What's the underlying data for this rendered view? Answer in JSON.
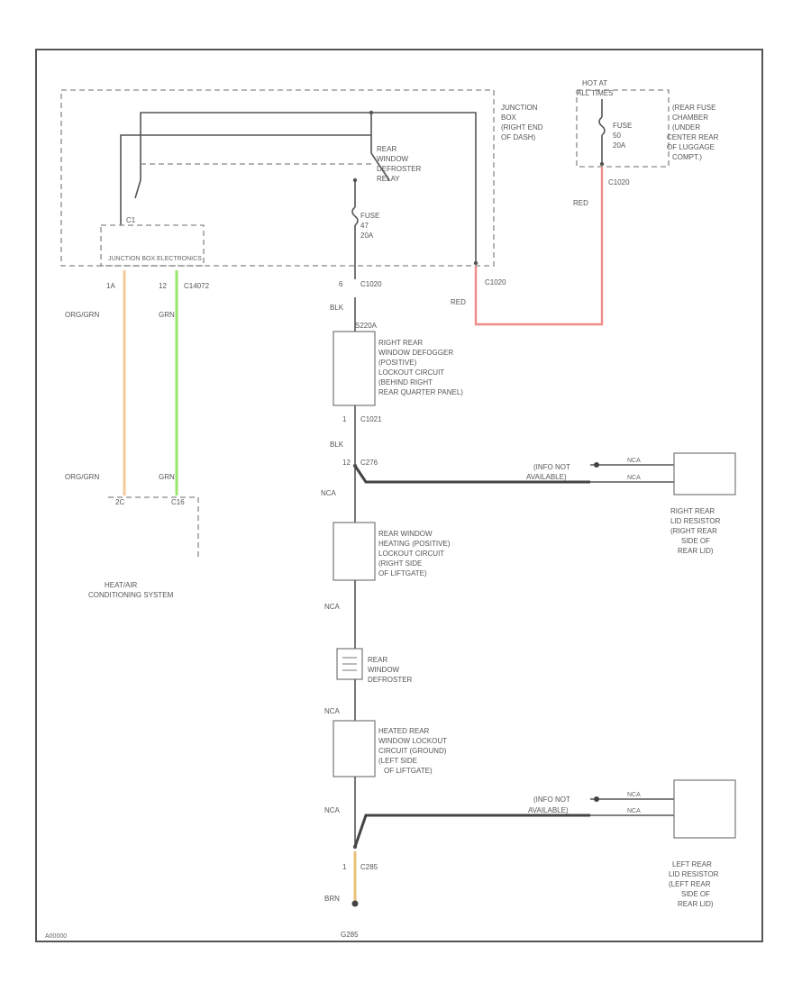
{
  "colors": {
    "red_wire": "#f08a8a",
    "orange_wire": "#f5c89a",
    "green_wire": "#9ae66a",
    "brown_wire": "#e8c27a",
    "line": "#555555",
    "dashed": "#888888"
  },
  "labels": {
    "junction_box": [
      "JUNCTION",
      "BOX",
      "(RIGHT END",
      "OF DASH)"
    ],
    "hot_at_all_times": [
      "HOT AT",
      "ALL TIMES"
    ],
    "rear_fuse": [
      "(REAR FUSE",
      "CHAMBER",
      "(UNDER",
      "CENTER REAR",
      "OF LUGGAGE",
      "COMPT.)"
    ],
    "fuse_top": [
      "FUSE",
      "50",
      "20A"
    ],
    "relay": [
      "REAR",
      "WINDOW",
      "DEFROSTER",
      "RELAY"
    ],
    "fuse_main": [
      "FUSE",
      "47",
      "20A"
    ],
    "c_ref": "C1",
    "jb_electronics": "JUNCTION BOX ELECTRONICS",
    "pin_1a": "1A",
    "pin_12": "12",
    "conn_c1": "C1",
    "conn_c14072": "C14072",
    "orange_color": "ORG/GRN",
    "green_color": "GRN",
    "pin_6": "6",
    "c_1020": "C1020",
    "c_1020b": "C1020",
    "c_1020c": "C1020",
    "red1": "RED",
    "red2": "RED",
    "blk1": "BLK",
    "c_s2a": "S220A",
    "right_rear_defogger": [
      "RIGHT REAR",
      "WINDOW DEFOGGER",
      "(POSITIVE)",
      "LOCKOUT CIRCUIT",
      "(BEHIND RIGHT",
      "REAR QUARTER PANEL)"
    ],
    "pin_1": "1",
    "c_1021": "C1021",
    "blk2": "BLK",
    "pin_12b": "12",
    "c_276": "C276",
    "nca1": "NCA",
    "info_not_avail_1": [
      "(INFO NOT",
      "AVAILABLE)"
    ],
    "nca_small1": "NCA",
    "nca_small2": "NCA",
    "right_resistor": [
      "RIGHT REAR",
      "LID RESISTOR",
      "(RIGHT REAR",
      "SIDE OF",
      "REAR LID)"
    ],
    "orange_color2": "ORG/GRN",
    "green_color2": "GRN",
    "pin_2c": "2C",
    "pin_c16": "C16",
    "hvac": [
      "HEAT/AIR",
      "CONDITIONING SYSTEM"
    ],
    "rear_window_heating": [
      "REAR WINDOW",
      "HEATING (POSITIVE)",
      "LOCKOUT CIRCUIT",
      "(RIGHT SIDE",
      "OF LIFTGATE)"
    ],
    "nca2": "NCA",
    "defroster_grid": [
      "REAR",
      "WINDOW",
      "DEFROSTER"
    ],
    "nca3": "NCA",
    "heated_rear_lockout": [
      "HEATED REAR",
      "WINDOW LOCKOUT",
      "CIRCUIT (GROUND)",
      "(LEFT SIDE",
      "OF LIFTGATE)"
    ],
    "nca4": "NCA",
    "info_not_avail_2": [
      "(INFO NOT",
      "AVAILABLE)"
    ],
    "nca_small3": "NCA",
    "nca_small4": "NCA",
    "left_resistor": [
      "LEFT REAR",
      "LID RESISTOR",
      "(LEFT REAR",
      "SIDE OF",
      "REAR LID)"
    ],
    "pin_1c": "1",
    "c_285": "C285",
    "brn": "BRN",
    "ground": "G285",
    "figure_id": "A00000"
  }
}
